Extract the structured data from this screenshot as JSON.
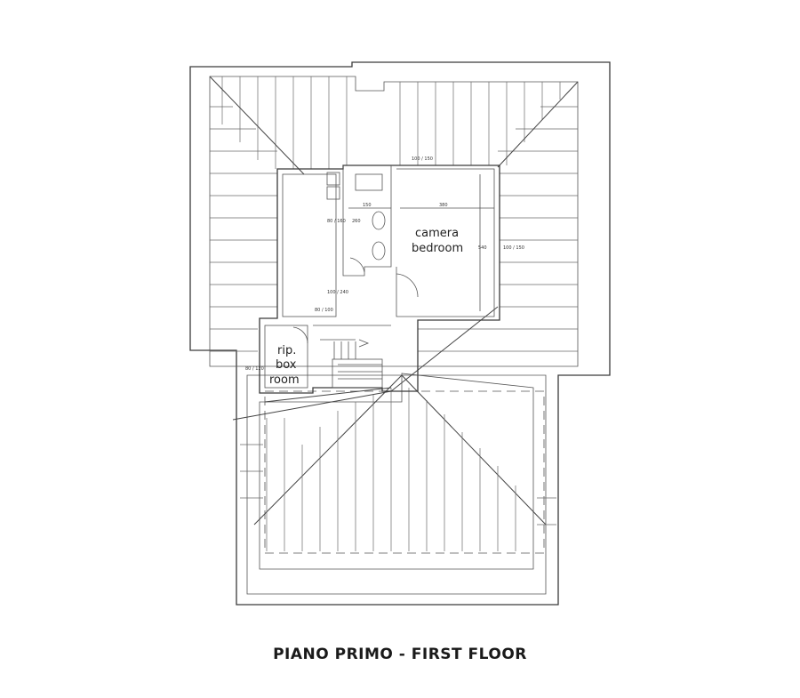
{
  "caption": "PIANO PRIMO - FIRST FLOOR",
  "rooms": {
    "bedroom": {
      "line1": "camera",
      "line2": "bedroom"
    },
    "box_room": {
      "line1": "rip.",
      "line2": "box",
      "line3": "room"
    }
  },
  "dimensions": {
    "bedroom_width": "380",
    "bedroom_depth": "540",
    "bath_width": "150",
    "hall_width": "260",
    "window_top": "100 / 150",
    "window_right": "100 / 150",
    "window_left_upper": "80 / 160",
    "window_left_lower": "100 / 240",
    "window_stair": "80 / 100",
    "window_boxroom": "80 / 120"
  },
  "colors": {
    "line": "#3a3a3a",
    "text": "#222222"
  }
}
